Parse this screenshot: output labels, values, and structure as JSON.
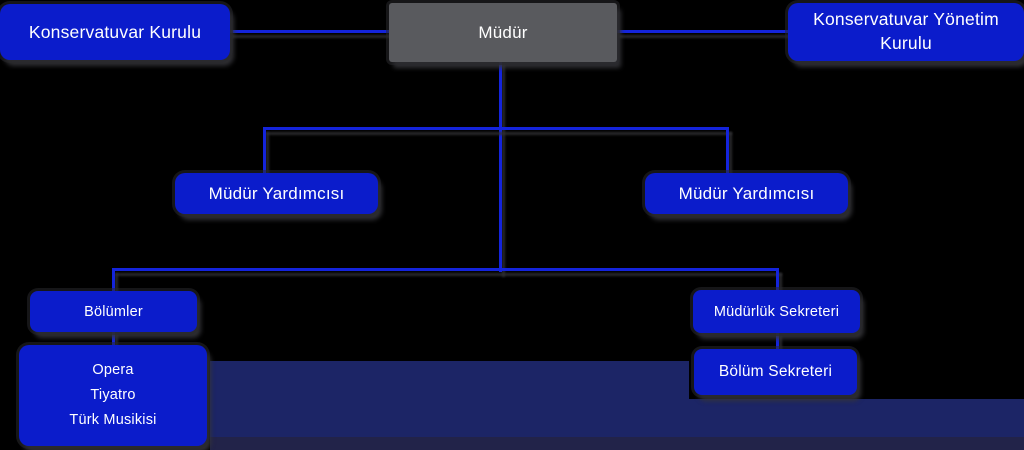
{
  "diagram": {
    "nodes": {
      "konservatuvar_kurulu": {
        "label": "Konservatuvar Kurulu"
      },
      "mudur": {
        "label": "Müdür"
      },
      "konservatuvar_yonetim_kurulu": {
        "label": "Konservatuvar Yönetim Kurulu"
      },
      "mudur_yardimcisi_left": {
        "label": "Müdür Yardımcısı"
      },
      "mudur_yardimcisi_right": {
        "label": "Müdür Yardımcısı"
      },
      "bolumler": {
        "label": "Bölümler"
      },
      "departments": {
        "items": [
          "Opera",
          "Tiyatro",
          "Türk Musikisi"
        ]
      },
      "mudurluk_sekreteri": {
        "label": "Müdürlük Sekreteri"
      },
      "bolum_sekreteri": {
        "label": "Bölüm Sekreteri"
      }
    },
    "edges": [
      {
        "from": "mudur",
        "to": "konservatuvar_kurulu"
      },
      {
        "from": "mudur",
        "to": "konservatuvar_yonetim_kurulu"
      },
      {
        "from": "mudur",
        "to": "mudur_yardimcisi_left"
      },
      {
        "from": "mudur",
        "to": "mudur_yardimcisi_right"
      },
      {
        "from": "mudur",
        "to": "bolumler"
      },
      {
        "from": "mudur",
        "to": "mudurluk_sekreteri"
      },
      {
        "from": "bolumler",
        "to": "departments"
      },
      {
        "from": "mudurluk_sekreteri",
        "to": "bolum_sekreteri"
      }
    ],
    "colors": {
      "node_blue": "#0B1CCB",
      "node_gray": "#595A5E",
      "connector_blue": "#1424DC",
      "band_navy": "#1C2566",
      "band_dark": "#222349",
      "text": "#FFFFFF",
      "background": "#000000"
    }
  }
}
